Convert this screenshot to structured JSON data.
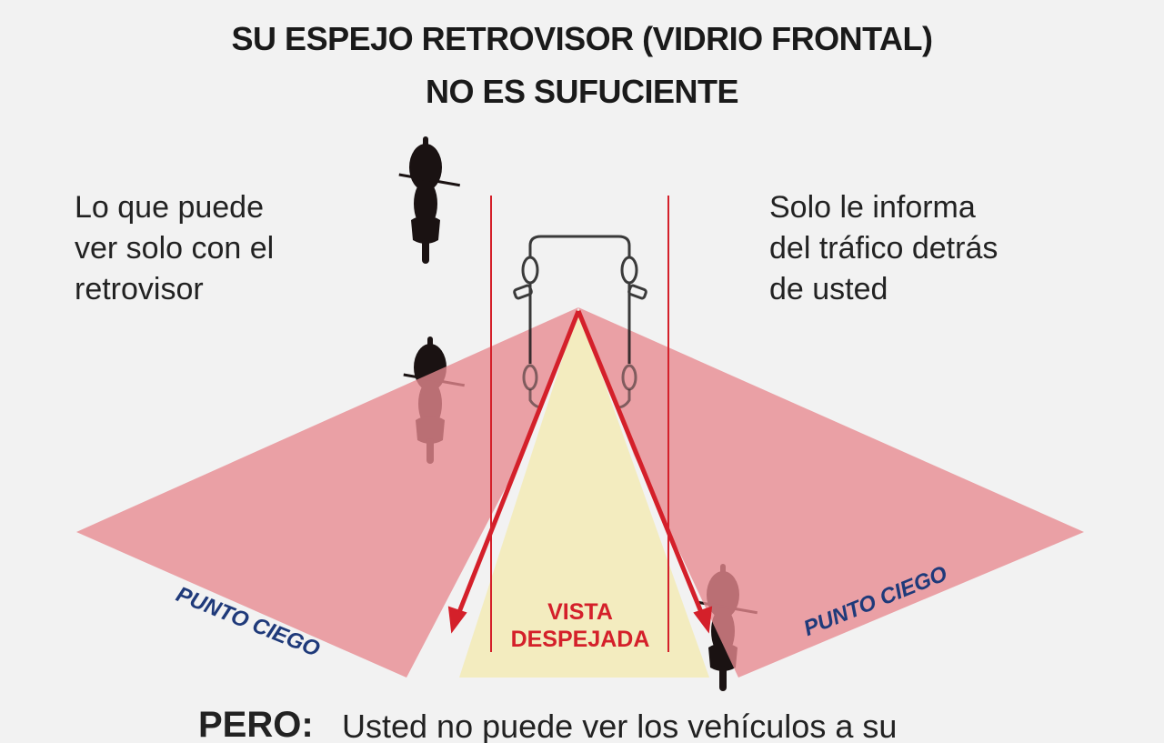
{
  "title": {
    "line1": "SU ESPEJO RETROVISOR (VIDRIO FRONTAL)",
    "line2": "NO ES SUFUCIENTE"
  },
  "left_text": {
    "line1": "Lo que puede",
    "line2": "ver solo con el",
    "line3": "retrovisor"
  },
  "right_text": {
    "line1": "Solo le informa",
    "line2": "del tráfico detrás",
    "line3": "de usted"
  },
  "blind_spot_left": "PUNTO CIEGO",
  "blind_spot_right": "PUNTO CIEGO",
  "clear_view": {
    "line1": "VISTA",
    "line2": "DESPEJADA"
  },
  "bottom": {
    "label": "PERO:",
    "text": "Usted no puede ver los vehículos a su"
  },
  "colors": {
    "background": "#f2f2f2",
    "blind_zone": "#ec9a9e",
    "clear_zone": "#f3ecbf",
    "red": "#d4202a",
    "navy": "#1f3a7a"
  }
}
